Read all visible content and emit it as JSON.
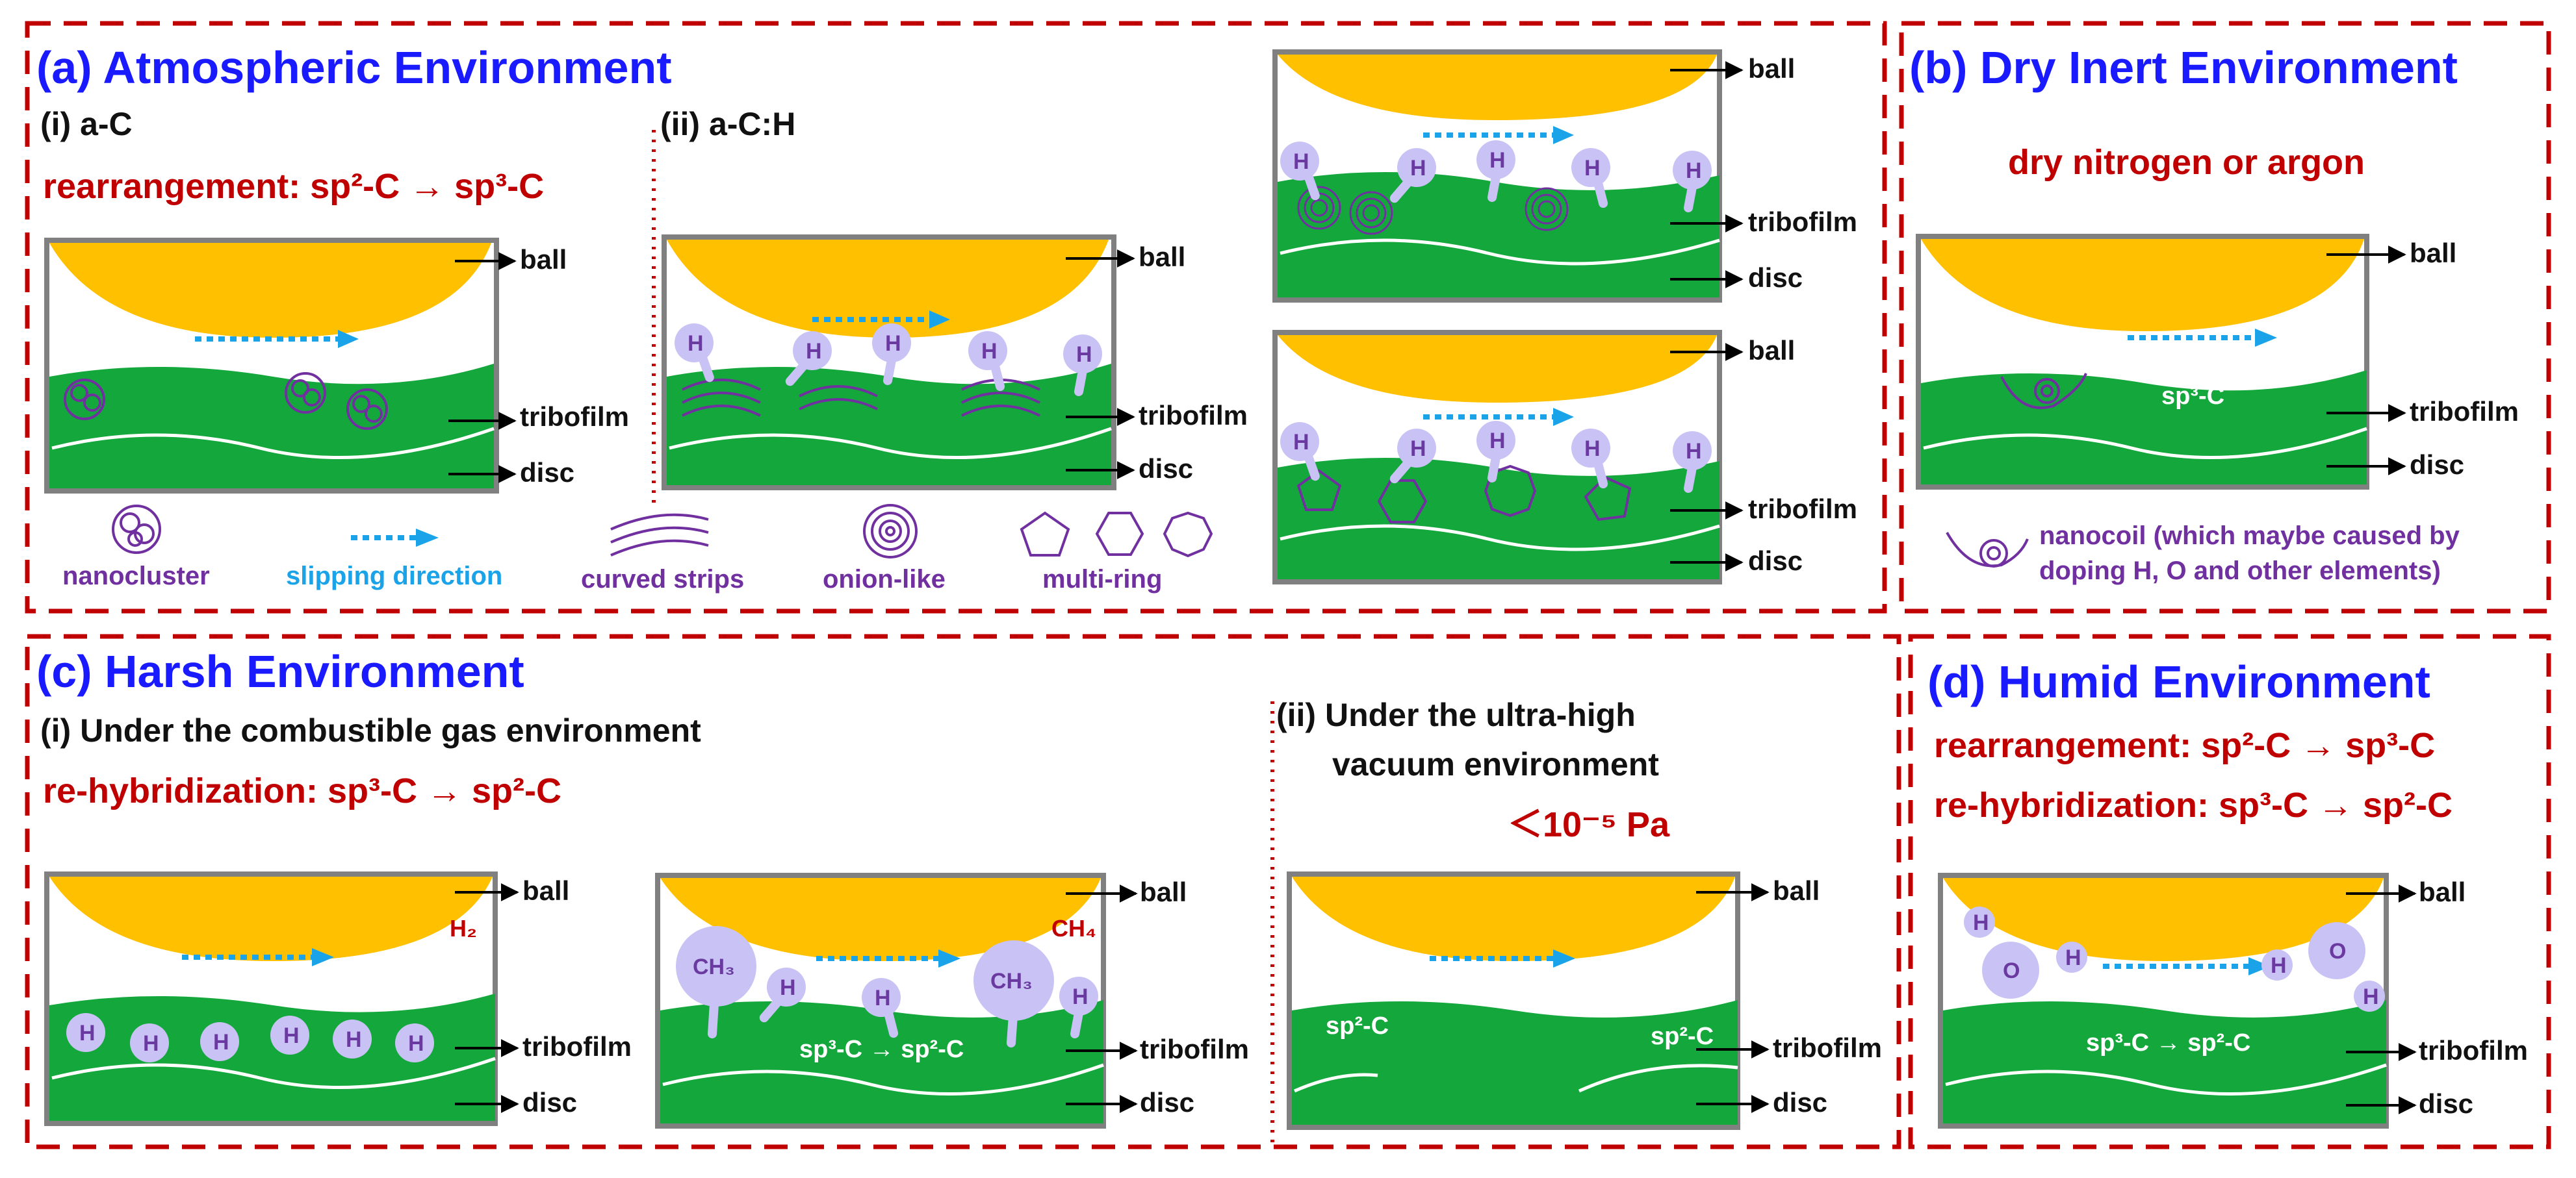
{
  "panels": {
    "a": {
      "title": "(a) Atmospheric Environment",
      "sub_i": "(i) a-C",
      "sub_ii": "(ii) a-C:H",
      "rearrangement": "rearrangement: sp²-C → sp³-C",
      "legend": {
        "nanocluster": "nanocluster",
        "slipping": "slipping direction",
        "curved": "curved strips",
        "onion": "onion-like",
        "multiring": "multi-ring"
      }
    },
    "b": {
      "title": "(b) Dry Inert Environment",
      "gas": "dry nitrogen or argon",
      "sp3": "sp³-C",
      "legend_line1": "nanocoil (which maybe caused by",
      "legend_line2": "doping H, O and other elements)"
    },
    "c": {
      "title": "(c) Harsh Environment",
      "sub_i": "(i) Under the combustible gas environment",
      "rehyb": "re-hybridization: sp³-C → sp²-C",
      "sub_ii_line1": "(ii) Under the ultra-high",
      "sub_ii_line2": "vacuum environment",
      "pressure": "＜10⁻⁵ Pa",
      "h2": "H₂",
      "ch4": "CH₄",
      "ch3": "CH₃",
      "conv": "sp³-C → sp²-C",
      "sp2": "sp²-C"
    },
    "d": {
      "title": "(d) Humid Environment",
      "rearrangement": "rearrangement: sp²-C → sp³-C",
      "rehyb": "re-hybridization: sp³-C → sp²-C",
      "conv": "sp³-C → sp²-C",
      "o": "O"
    }
  },
  "labels": {
    "ball": "ball",
    "tribofilm": "tribofilm",
    "disc": "disc",
    "h": "H"
  },
  "colors": {
    "ball": "#ffc000",
    "film": "#14a83c",
    "frame": "#808080",
    "border": "#c00000",
    "title": "#1a1aff",
    "molecule": "#c9c3f5",
    "structure": "#7030a0",
    "slip": "#1aa3e8"
  }
}
